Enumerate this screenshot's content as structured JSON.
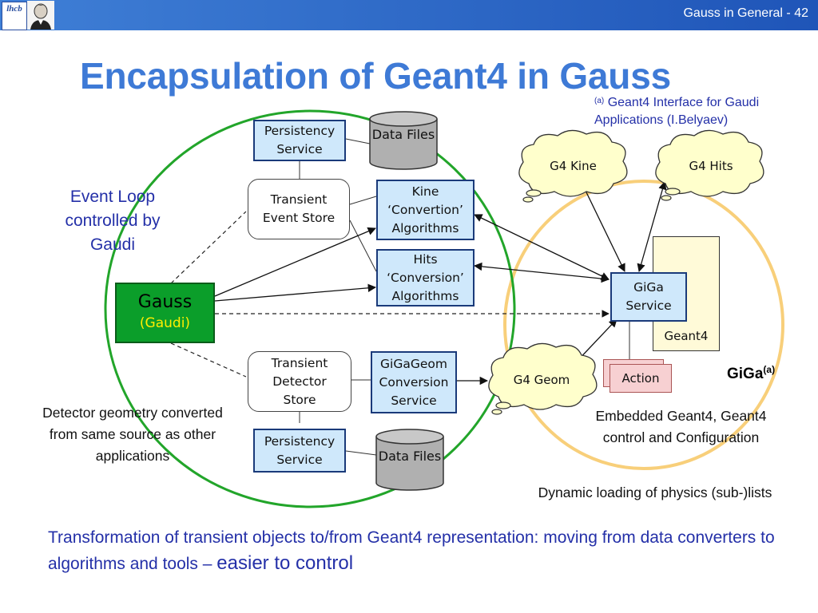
{
  "header": {
    "logo_text": "lhcb",
    "slide_number": "Gauss in General - 42"
  },
  "title": "Encapsulation of Geant4 in Gauss",
  "note": {
    "marker": "(a)",
    "text": "Geant4 Interface for Gaudi Applications (I.Belyaev)"
  },
  "boxes": {
    "persistency_top": "Persistency Service",
    "transient_event_store": "Transient Event Store",
    "kine_conversion": "Kine ‘Convertion’ Algorithms",
    "hits_conversion": "Hits ‘Conversion’ Algorithms",
    "gauss_name": "Gauss",
    "gauss_sub": "(Gaudi)",
    "transient_detector_store": "Transient Detector Store",
    "gigageom_conversion": "GiGaGeom Conversion Service",
    "persistency_bottom": "Persistency Service",
    "giga_service": "GiGa Service",
    "geant4": "Geant4",
    "action": "Action"
  },
  "data_files": {
    "top": "Data Files",
    "bottom": "Data Files"
  },
  "clouds": {
    "g4_kine": "G4 Kine",
    "g4_hits": "G4 Hits",
    "g4_geom": "G4 Geom"
  },
  "labels": {
    "event_loop": "Event Loop controlled by Gaudi",
    "detector_geometry": "Detector geometry converted from same source as other applications",
    "giga": "GiGa",
    "giga_marker": "(a)",
    "embedded": "Embedded Geant4, Geant4 control and Configuration",
    "dynamic_loading": "Dynamic loading of physics (sub-)lists"
  },
  "footer": {
    "text": "Transformation of transient objects to/from Geant4 representation: moving from data converters to algorithms and tools –",
    "emphasis": "easier to control"
  },
  "colors": {
    "title": "#3e7ad6",
    "header_bar": "#1f55b8",
    "green_ellipse": "#22a52a",
    "orange_ellipse": "#f8cf7a",
    "blue_box": "#cfe8fb",
    "gauss_box": "#0b9e2a",
    "gauss_sub": "#ffee00",
    "text_blue": "#2430a8",
    "cylinder": "#b0b0b0",
    "action_box": "#f7d0d2",
    "geant4_box": "#fffad8"
  }
}
